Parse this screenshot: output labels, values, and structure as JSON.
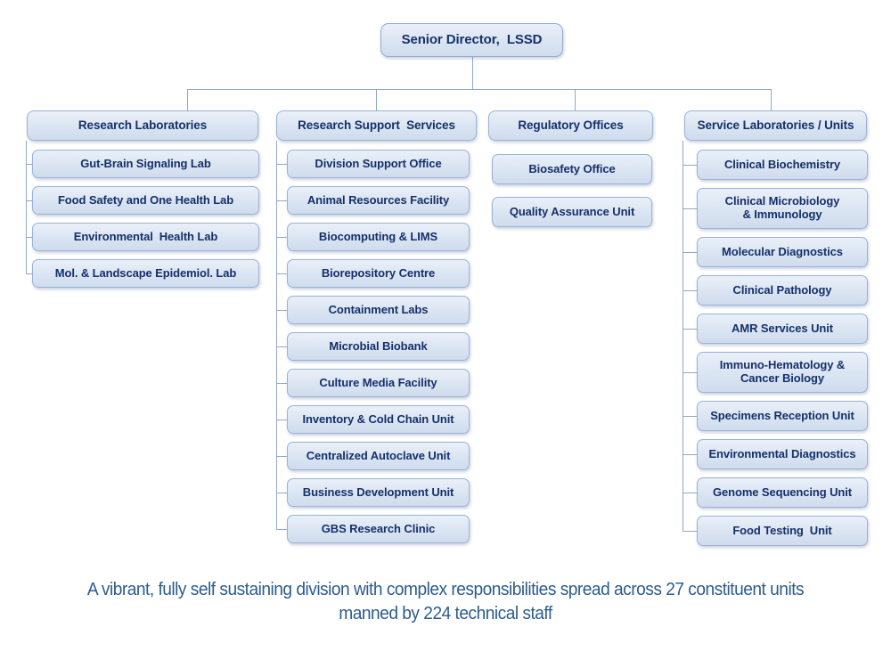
{
  "chart_data": {
    "type": "diagram",
    "diagram_type": "organizational-chart",
    "title": "Senior Director, LSSD division structure",
    "total_units": 27,
    "total_staff": 224
  },
  "root": {
    "label": "Senior Director,  LSSD"
  },
  "columns": [
    {
      "key": "research-laboratories",
      "header": "Research Laboratories",
      "has_connectors": true,
      "children": [
        {
          "label": "Gut-Brain Signaling Lab"
        },
        {
          "label": "Food Safety and One Health Lab"
        },
        {
          "label": "Environmental  Health Lab"
        },
        {
          "label": "Mol. & Landscape Epidemiol. Lab"
        }
      ]
    },
    {
      "key": "research-support-services",
      "header": "Research Support  Services",
      "has_connectors": true,
      "children": [
        {
          "label": "Division Support Office"
        },
        {
          "label": "Animal Resources Facility"
        },
        {
          "label": "Biocomputing & LIMS"
        },
        {
          "label": "Biorepository Centre"
        },
        {
          "label": "Containment Labs"
        },
        {
          "label": "Microbial Biobank"
        },
        {
          "label": "Culture Media Facility"
        },
        {
          "label": "Inventory & Cold Chain Unit"
        },
        {
          "label": "Centralized Autoclave Unit"
        },
        {
          "label": "Business Development Unit"
        },
        {
          "label": "GBS Research Clinic"
        }
      ]
    },
    {
      "key": "regulatory-offices",
      "header": "Regulatory Offices",
      "has_connectors": false,
      "children": [
        {
          "label": "Biosafety Office"
        },
        {
          "label": "Quality Assurance Unit"
        }
      ]
    },
    {
      "key": "service-laboratories-units",
      "header": "Service Laboratories / Units",
      "has_connectors": true,
      "children": [
        {
          "label": "Clinical Biochemistry"
        },
        {
          "label": "Clinical Microbiology\n& Immunology"
        },
        {
          "label": "Molecular Diagnostics"
        },
        {
          "label": "Clinical Pathology"
        },
        {
          "label": "AMR Services Unit"
        },
        {
          "label": "Immuno-Hematology &\nCancer Biology"
        },
        {
          "label": "Specimens Reception Unit"
        },
        {
          "label": "Environmental Diagnostics"
        },
        {
          "label": "Genome Sequencing Unit"
        },
        {
          "label": "Food Testing  Unit"
        }
      ]
    }
  ],
  "caption": {
    "line1": "A vibrant, fully self sustaining division with complex responsibilities spread across 27 constituent units",
    "line2": "manned by 224 technical staff"
  },
  "colors": {
    "box_fill": "#dbe5f2",
    "box_border": "#9bb3d4",
    "box_text": "#15306b",
    "connector": "#8fa9ca",
    "caption_text": "#2d5c8c",
    "background": "#ffffff"
  }
}
